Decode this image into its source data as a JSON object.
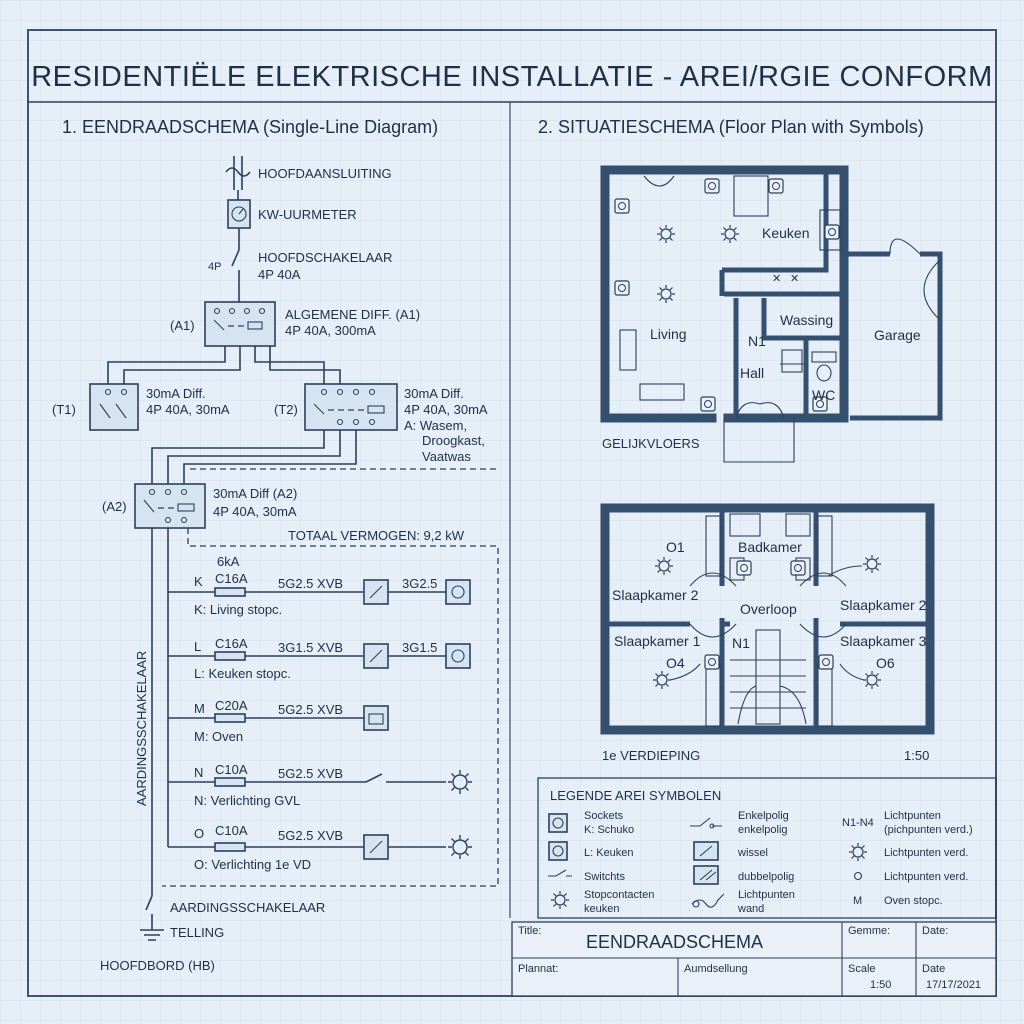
{
  "title": "RESIDENTIËLE ELEKTRISCHE INSTALLATIE - AREI/RGIE CONFORM",
  "sld": {
    "heading": "1. EENDRAADSCHEMA (Single-Line Diagram)",
    "hoofdaansluiting": "HOOFDAANSLUITING",
    "kwh": "KW-UURMETER",
    "hs_label": "HOOFDSCHAKELAAR",
    "hs_rating": "4P 40A",
    "hs_poles": "4P",
    "a1_tag": "(A1)",
    "a1_label": "ALGEMENE DIFF. (A1)",
    "a1_rating": "4P 40A, 300mA",
    "t1_tag": "(T1)",
    "t1_label": "30mA Diff.",
    "t1_rating": "4P 40A, 30mA",
    "t2_tag": "(T2)",
    "t2_label": "30mA Diff.",
    "t2_rating": "4P 40A, 30mA",
    "t2_note1": "A: Wasem,",
    "t2_note2": "Droogkast,",
    "t2_note3": "Vaatwas",
    "a2_tag": "(A2)",
    "a2_label": "30mA Diff (A2)",
    "a2_rating": "4P 40A, 30mA",
    "totaal": "TOTAAL VERMOGEN: 9,2 kW",
    "ka": "6kA",
    "vertical_label": "AARDINGSSCHAKELAAR",
    "aarding": "AARDINGSSCHAKELAAR",
    "telling": "TELLING",
    "hoofdbord": "HOOFDBORD (HB)",
    "circuits": {
      "k": {
        "letter": "K",
        "breaker": "C16A",
        "cable": "5G2.5 XVB",
        "out_cable": "3G2.5",
        "desc": "K: Living stopc."
      },
      "l": {
        "letter": "L",
        "breaker": "C16A",
        "cable": "3G1.5 XVB",
        "out_cable": "3G1.5",
        "desc": "L: Keuken stopc."
      },
      "m": {
        "letter": "M",
        "breaker": "C20A",
        "cable": "5G2.5 XVB",
        "desc": "M: Oven"
      },
      "n": {
        "letter": "N",
        "breaker": "C10A",
        "cable": "5G2.5 XVB",
        "desc": "N: Verlichting GVL"
      },
      "o": {
        "letter": "O",
        "breaker": "C10A",
        "cable": "5G2.5 XVB",
        "desc": "O: Verlichting 1e VD"
      }
    }
  },
  "plan": {
    "heading": "2. SITUATIESCHEMA (Floor Plan with Symbols)",
    "gf_label": "GELIJKVLOERS",
    "ff_label": "1e VERDIEPING",
    "scale": "1:50",
    "rooms": {
      "keuken": "Keuken",
      "living": "Living",
      "wassing": "Wassing",
      "garage": "Garage",
      "n1": "N1",
      "hall": "Hall",
      "wc": "WC",
      "badkamer": "Badkamer",
      "o1": "O1",
      "slaapkamer2a": "Slaapkamer 2",
      "overloop": "Overloop",
      "slaapkamer2b": "Slaapkamer 2",
      "slaapkamer1": "Slaapkamer 1",
      "n1b": "N1",
      "slaapkamer3": "Slaapkamer 3",
      "o4": "O4",
      "o6": "O6"
    }
  },
  "legend": {
    "title": "LEGENDE AREI SYMBOLEN",
    "sockets": "Sockets",
    "k_schuko": "K: Schuko",
    "l_keuken": "L: Keuken",
    "switchts": "Switchts",
    "stopcontacten": "Stopcontacten",
    "keuken": "keuken",
    "enkelpolig1": "Enkelpolig",
    "enkelpolig2": "enkelpolig",
    "wissel": "wissel",
    "dubbelpolig": "dubbelpolig",
    "lichtpunten": "Lichtpunten",
    "wand": "wand",
    "n1n4": "N1-N4",
    "lp1": "Lichtpunten",
    "lp1b": "(pichpunten verd.)",
    "lp2": "Lichtpunten verd.",
    "lp3": "Lichtpunten verd.",
    "m": "M",
    "oven": "Oven stopc."
  },
  "titleblock": {
    "title_label": "Title:",
    "title_value": "EENDRAADSCHEMA",
    "gemme_label": "Gemme:",
    "date_label": "Date:",
    "plannat_label": "Plannat:",
    "aumdsellung_label": "Aumdsellung",
    "scale_label": "Scale",
    "scale_value": "1:50",
    "date2_label": "Date",
    "date2_value": "17/17/2021"
  }
}
